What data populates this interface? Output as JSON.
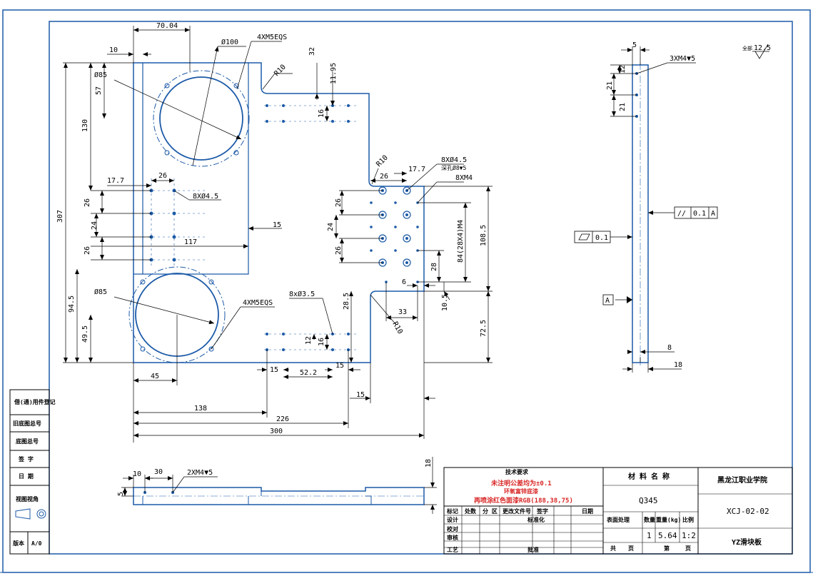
{
  "dims": {
    "d70_04": "70.04",
    "d10_top": "10",
    "d4xm5eqs_top": "4XM5EQS",
    "d_phi100": "Ø100",
    "d32": "32",
    "d11_95": "11.95",
    "dR10_top": "R10",
    "d_phi85_top": "Ø85",
    "d57": "57",
    "d130": "130",
    "d307": "307",
    "d16_top": "16",
    "d17_7_left": "17.7",
    "d26_left_a": "26",
    "d8phi4_5_left": "8XØ4.5",
    "d26_left_b": "26",
    "d24_left": "24",
    "d15_mid": "15",
    "d117": "117",
    "d26_left_c": "26",
    "dR10_mid": "R10",
    "d8phi4_5_right": "8XØ4.5",
    "d_countersink": "深孔Ø8▼5",
    "d17_7_right": "17.7",
    "d26_right_top": "26",
    "d8xm4": "8XM4",
    "d26_r1": "26",
    "d24_r": "24",
    "d26_r2": "26",
    "d84": "84(28X4)M4",
    "d108_5": "108.5",
    "d28": "28",
    "d6": "6",
    "d10_5": "10.5",
    "d8x3_5": "8xØ3.5",
    "d28_5": "28.5",
    "d33": "33",
    "dR10_bot": "R10",
    "d72_5": "72.5",
    "d_phi85_bot": "Ø85",
    "d4xm5eqs_bot": "4XM5EQS",
    "d94_5": "94.5",
    "d49_5": "49.5",
    "d12": "12",
    "d16_bot": "16",
    "d45": "45",
    "d15_b1": "15",
    "d52_2": "52.2",
    "d15_b2": "15",
    "d15_b3": "15",
    "d138": "138",
    "d226": "226",
    "d300": "300"
  },
  "side_view": {
    "d5": "5",
    "d3xm4": "3XM4▼5",
    "d12": "12",
    "d21a": "21",
    "d21b": "21",
    "parallel_symbol": "//",
    "parallel_tol": "0.1",
    "parallel_datum": "A",
    "flat_tol": "0.1",
    "datum": "A",
    "d8": "8",
    "d18": "18"
  },
  "surface_finish": {
    "label": "全部",
    "value": "12.5"
  },
  "bottom_view": {
    "d10": "10",
    "d30": "30",
    "d2xm4": "2XM4▼5",
    "d5": "5",
    "d18": "18"
  },
  "left_column": {
    "cells": [
      "借(通)用件登记",
      "旧底图总号",
      "底图总号",
      "签  字",
      "日  期",
      "视图视角"
    ],
    "version_label": "版本",
    "version_value": "A/0"
  },
  "title_block": {
    "tech_req_title": "技术要求",
    "tech_req_lines": [
      "未注明公差均为±0.1",
      "环氧富锌底漆",
      "再喷涂红色面漆RGB(188,38,75)"
    ],
    "headers": [
      "标记",
      "处数",
      "分 区",
      "更改文件号",
      "签字",
      "日期"
    ],
    "rows": [
      "设计",
      "校对",
      "审核",
      "工艺"
    ],
    "std_label": "标准化",
    "approve_label": "批准",
    "material_label": "材 料 名 称",
    "material": "Q345",
    "company": "黑龙江职业学院",
    "drawing_no": "XCJ-02-02",
    "part_name": "YZ滑块板",
    "surface_label": "表面处理",
    "qty_label": "数量",
    "weight_label": "重量(kg)",
    "scale_label": "比例",
    "qty": "1",
    "weight": "5.64",
    "scale": "1:2",
    "sheets_total_label": "共",
    "sheet_label": "页",
    "sheet_no_label": "第",
    "sheet_no_label2": "页"
  }
}
